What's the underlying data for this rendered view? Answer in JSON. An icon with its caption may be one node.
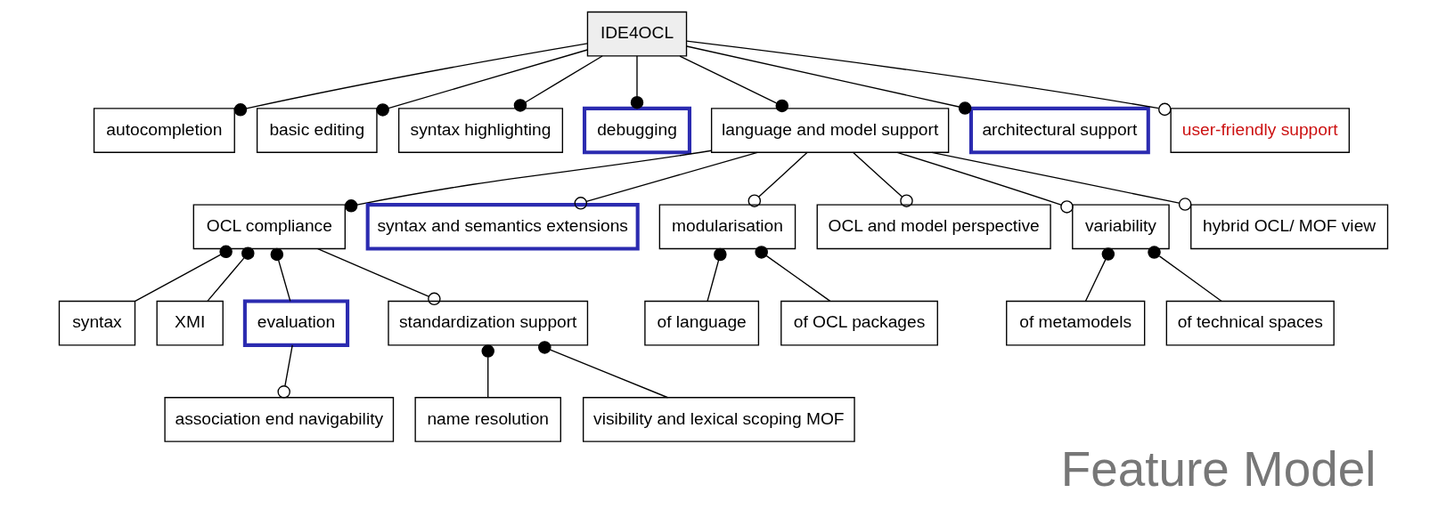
{
  "diagram": {
    "caption": "Feature Model",
    "nodes": [
      {
        "text": [
          "IDE4OCL"
        ]
      },
      {
        "text": [
          "autocompletion"
        ]
      },
      {
        "text": [
          "basic editing"
        ]
      },
      {
        "text": [
          "syntax highlighting"
        ]
      },
      {
        "text": [
          "debugging"
        ]
      },
      {
        "text": [
          "language and model support"
        ]
      },
      {
        "text": [
          "architectural support"
        ]
      },
      {
        "text": [
          "user-friendly support"
        ]
      },
      {
        "text": [
          "OCL compliance"
        ]
      },
      {
        "text": [
          "syntax and semantics extensions"
        ]
      },
      {
        "text": [
          "modularisation"
        ]
      },
      {
        "text": [
          "OCL and model perspective"
        ]
      },
      {
        "text": [
          "variability"
        ]
      },
      {
        "text": [
          "hybrid OCL/ MOF view"
        ]
      },
      {
        "text": [
          "syntax"
        ]
      },
      {
        "text": [
          "XMI"
        ]
      },
      {
        "text": [
          "evaluation"
        ]
      },
      {
        "text": [
          "standardization support"
        ]
      },
      {
        "text": [
          "of language"
        ]
      },
      {
        "text": [
          "of OCL packages"
        ]
      },
      {
        "text": [
          "of metamodels"
        ]
      },
      {
        "text": [
          "of technical spaces"
        ]
      },
      {
        "text": [
          "association end navigability"
        ]
      },
      {
        "text": [
          "name resolution"
        ]
      },
      {
        "text": [
          "visibility and lexical scoping MOF"
        ]
      }
    ],
    "edges": [
      {
        "from": 0,
        "to": 1,
        "arrow": "other"
      },
      {
        "from": 0,
        "to": 2,
        "arrow": "other"
      },
      {
        "from": 0,
        "to": 3,
        "arrow": "other"
      },
      {
        "from": 0,
        "to": 4,
        "arrow": "other"
      },
      {
        "from": 0,
        "to": 5,
        "arrow": "other"
      },
      {
        "from": 0,
        "to": 6,
        "arrow": "other"
      },
      {
        "from": 0,
        "to": 7,
        "arrow": "other"
      },
      {
        "from": 5,
        "to": 8,
        "arrow": "other"
      },
      {
        "from": 5,
        "to": 9,
        "arrow": "other"
      },
      {
        "from": 5,
        "to": 10,
        "arrow": "other"
      },
      {
        "from": 5,
        "to": 11,
        "arrow": "other"
      },
      {
        "from": 5,
        "to": 12,
        "arrow": "other"
      },
      {
        "from": 5,
        "to": 13,
        "arrow": "other"
      },
      {
        "from": 8,
        "to": 14,
        "arrow": "other"
      },
      {
        "from": 8,
        "to": 15,
        "arrow": "other"
      },
      {
        "from": 8,
        "to": 16,
        "arrow": "other"
      },
      {
        "from": 8,
        "to": 17,
        "arrow": "other"
      },
      {
        "from": 10,
        "to": 18,
        "arrow": "other"
      },
      {
        "from": 10,
        "to": 19,
        "arrow": "other"
      },
      {
        "from": 12,
        "to": 20,
        "arrow": "other"
      },
      {
        "from": 12,
        "to": 21,
        "arrow": "other"
      },
      {
        "from": 16,
        "to": 22,
        "arrow": "other"
      },
      {
        "from": 17,
        "to": 23,
        "arrow": "other"
      },
      {
        "from": 17,
        "to": 24,
        "arrow": "other"
      }
    ]
  }
}
